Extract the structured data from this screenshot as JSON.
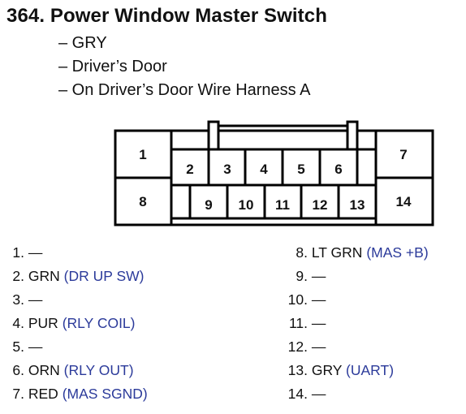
{
  "header": {
    "title": "364.  Power Window Master Switch",
    "lines": [
      "– GRY",
      "– Driver’s Door",
      "– On Driver’s Door Wire Harness A"
    ]
  },
  "connector": {
    "cavities": [
      "1",
      "2",
      "3",
      "4",
      "5",
      "6",
      "7",
      "8",
      "9",
      "10",
      "11",
      "12",
      "13",
      "14"
    ]
  },
  "pins": {
    "left": [
      {
        "num": "1.",
        "wire": "—",
        "note": ""
      },
      {
        "num": "2.",
        "wire": "GRN",
        "note": "(DR UP SW)"
      },
      {
        "num": "3.",
        "wire": "—",
        "note": ""
      },
      {
        "num": "4.",
        "wire": "PUR",
        "note": "(RLY COIL)"
      },
      {
        "num": "5.",
        "wire": "—",
        "note": ""
      },
      {
        "num": "6.",
        "wire": "ORN",
        "note": "(RLY OUT)"
      },
      {
        "num": "7.",
        "wire": "RED",
        "note": "(MAS SGND)"
      }
    ],
    "right": [
      {
        "num": "8.",
        "wire": "LT GRN",
        "note": "(MAS +B)"
      },
      {
        "num": "9.",
        "wire": "—",
        "note": ""
      },
      {
        "num": "10.",
        "wire": "—",
        "note": ""
      },
      {
        "num": "11.",
        "wire": " —",
        "note": ""
      },
      {
        "num": "12.",
        "wire": "—",
        "note": ""
      },
      {
        "num": "13.",
        "wire": "GRY",
        "note": "(UART)"
      },
      {
        "num": "14.",
        "wire": "—",
        "note": ""
      }
    ]
  },
  "colors": {
    "text": "#111111",
    "note": "#2b3a9a",
    "outline": "#000000"
  }
}
